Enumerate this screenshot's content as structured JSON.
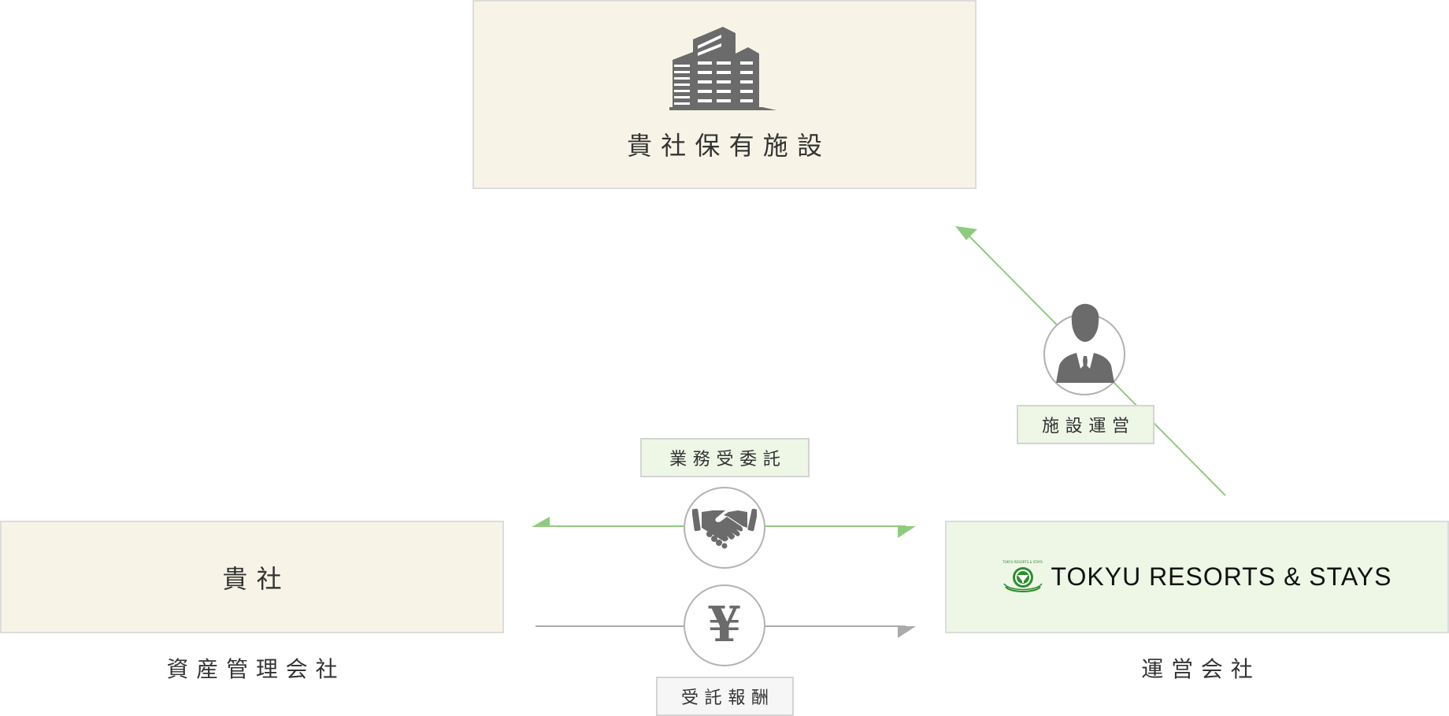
{
  "diagram": {
    "facility": {
      "label": "貴社保有施設",
      "icon": "office-building-icon"
    },
    "company": {
      "label": "貴社",
      "caption": "資産管理会社"
    },
    "operator": {
      "brand_name": "TOKYU RESORTS & STAYS",
      "brand_mini": "TOKYU RESORTS & STAYS",
      "caption": "運営会社",
      "icon": "tokyu-logo-icon"
    },
    "flows": {
      "operation": {
        "label": "施設運営",
        "icon": "businessman-icon"
      },
      "commission": {
        "label": "業務受委託",
        "icon": "handshake-icon"
      },
      "fee": {
        "label": "受託報酬",
        "symbol": "¥",
        "icon": "yen-icon"
      }
    },
    "colors": {
      "beige_box": "#f7f4e7",
      "green_box": "#eef6e6",
      "green_line": "#8fcb7f",
      "gray_line": "#aaaaaa",
      "icon_gray": "#6b6b6b",
      "brand_green": "#2a8f2a"
    }
  }
}
